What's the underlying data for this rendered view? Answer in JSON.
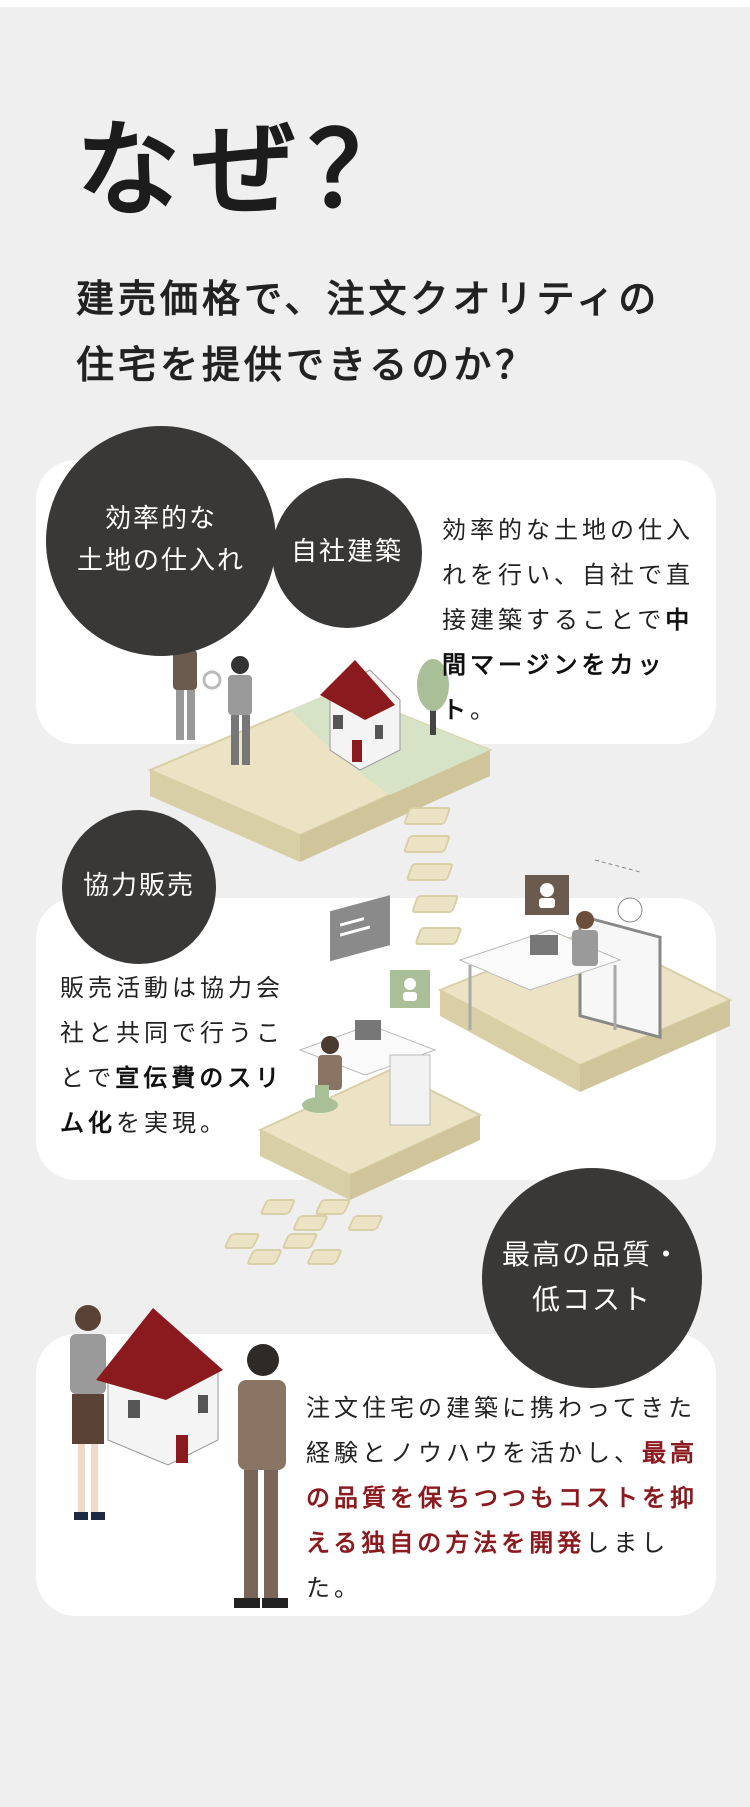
{
  "page": {
    "headline": "なぜ？",
    "subheading_line1": "建売価格で、注文クオリティの",
    "subheading_line2": "住宅を提供できるのか？"
  },
  "sections": [
    {
      "circles": [
        {
          "text": "効率的な\n土地の仕入れ"
        },
        {
          "text": "自社建築"
        }
      ],
      "description_plain": "効率的な土地の仕入れを行い、自社で直接建築することで",
      "description_bold": "中間マージンをカット",
      "description_tail": "。",
      "illustration_icon": "yen-icon"
    },
    {
      "circles": [
        {
          "text": "協力販売"
        }
      ],
      "description_plain": "販売活動は協力会社と共同で行うことで",
      "description_bold_1": "宣伝費の",
      "description_bold_2": "スリム化",
      "description_tail": "を実現。",
      "illustration_icon": "office-desk-icon"
    },
    {
      "circles": [
        {
          "text": "最高の品質・\n低コスト"
        }
      ],
      "description_plain": "注文住宅の建築に携わってきた経験とノウハウを活かし、",
      "description_accent": "最高の品質を保ちつつもコストを抑える独自の方法を開発",
      "description_tail": "しました。",
      "illustration_icon": "house-handover-icon"
    }
  ],
  "colors": {
    "background": "#efefef",
    "card": "#ffffff",
    "circle": "#3a3837",
    "accent": "#8b1a1f",
    "platform": "#ebe3c4",
    "lawn": "#d7e3c6"
  }
}
